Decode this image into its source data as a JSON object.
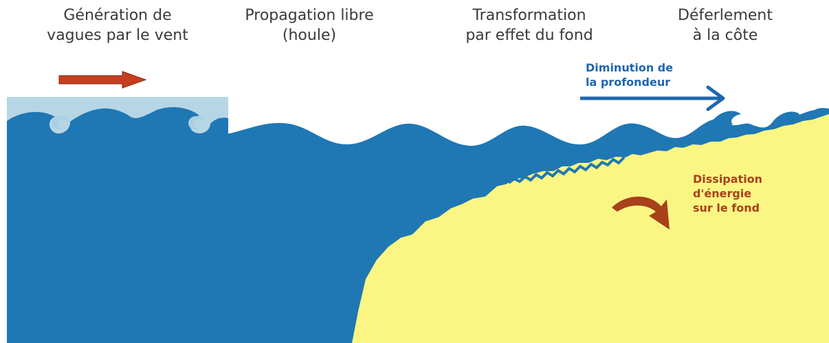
{
  "stages": [
    {
      "line1": "Génération de",
      "line2": "vagues par le vent"
    },
    {
      "line1": "Propagation libre",
      "line2": "(houle)"
    },
    {
      "line1": "Transformation",
      "line2": "par effet du fond"
    },
    {
      "line1": "Déferlement",
      "line2": "à la côte"
    }
  ],
  "annotations": {
    "depth": {
      "line1": "Diminution de",
      "line2": "la profondeur"
    },
    "dissipation": {
      "line1": "Dissipation",
      "line2": "d'énergie",
      "line3": "sur le fond"
    }
  },
  "colors": {
    "sea": "#1f77b4",
    "wind_zone": "#a9cfe2",
    "seabed": "#fbf684",
    "wind_arrow": "#c53e1f",
    "depth_text": "#1f66b0",
    "dissipation_text": "#a8401a",
    "heading_text": "#3a3a3a"
  }
}
